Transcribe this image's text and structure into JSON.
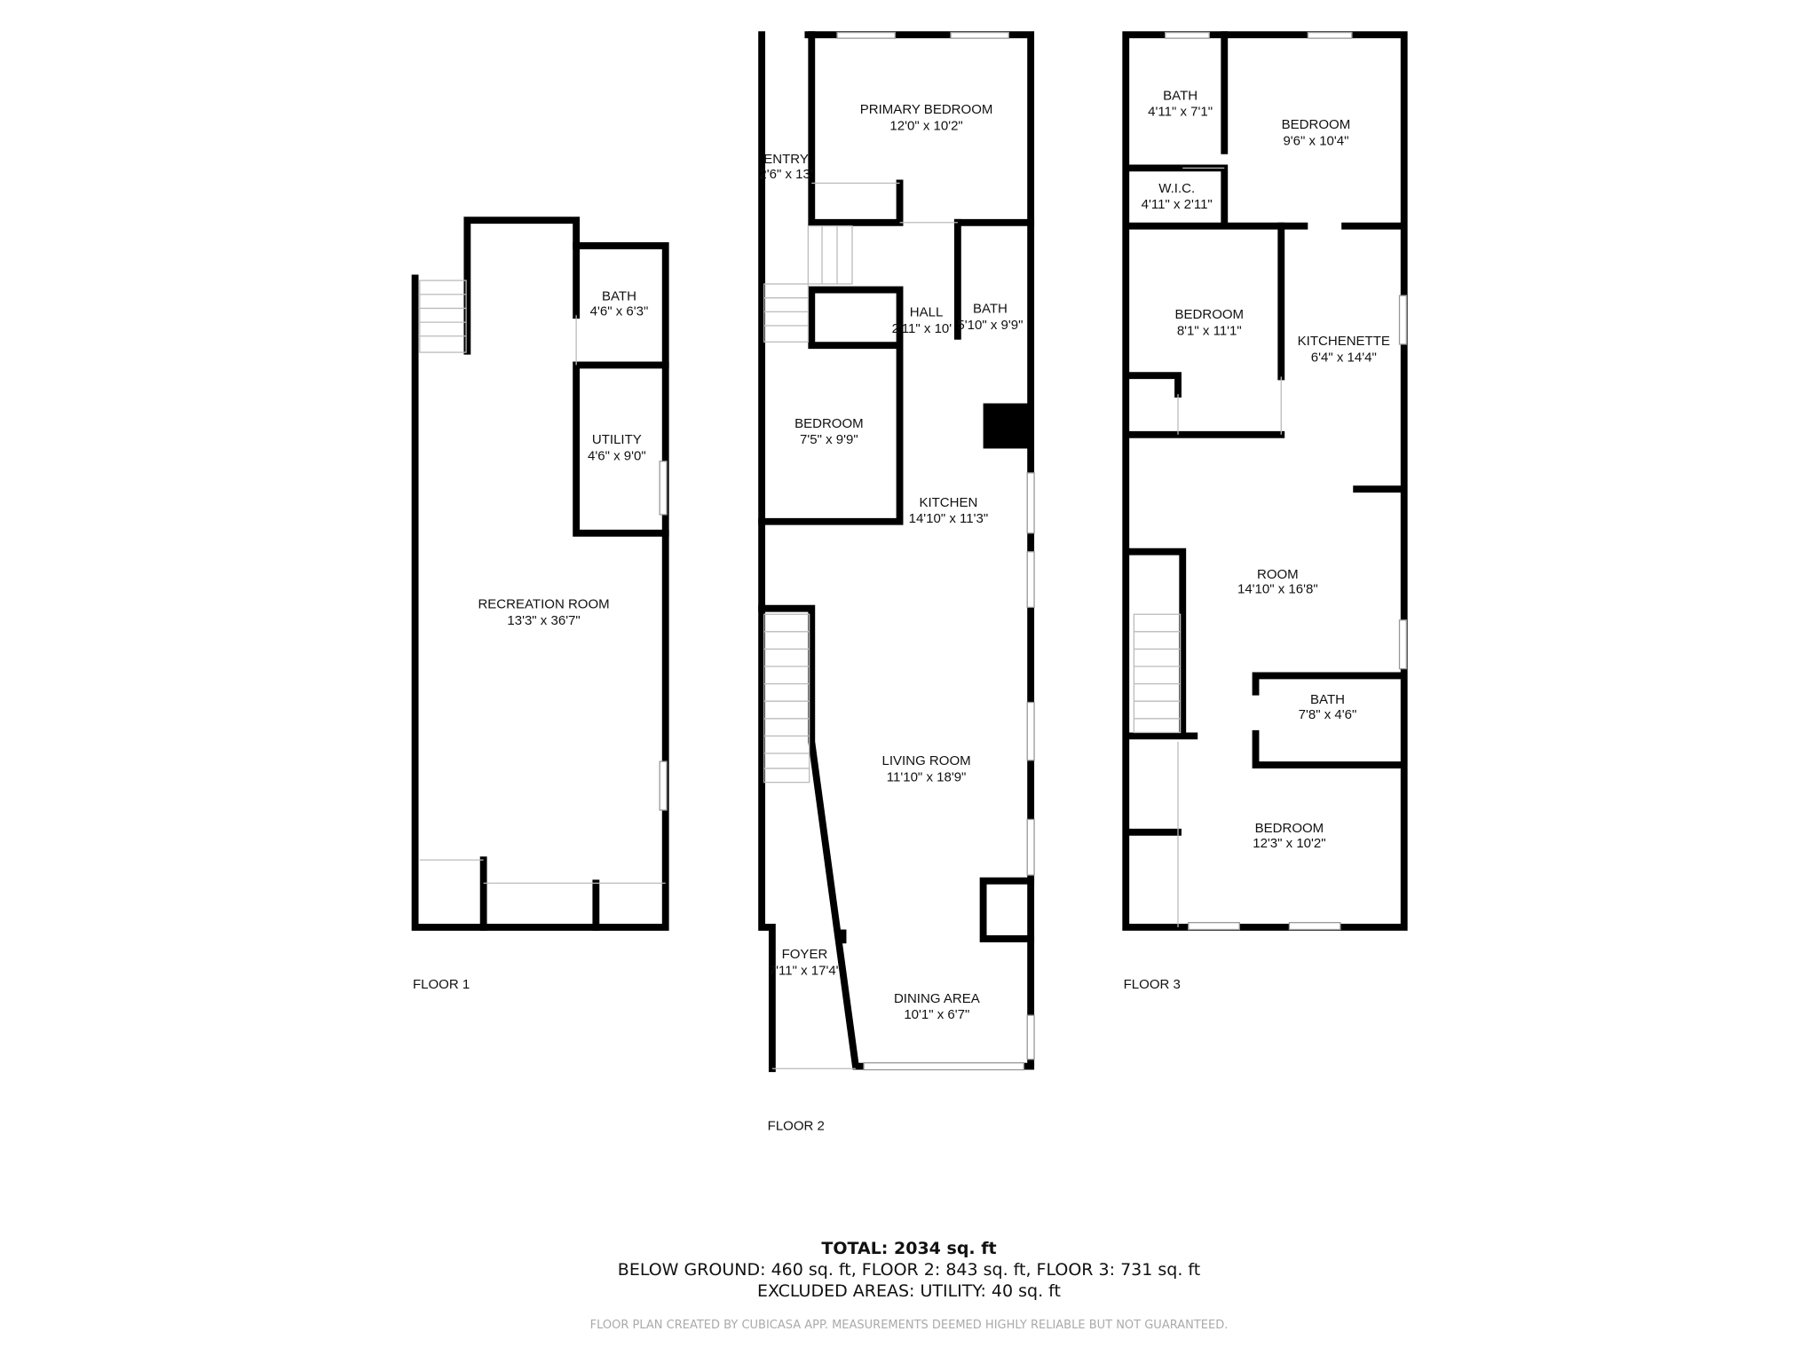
{
  "floors": [
    {
      "label": "FLOOR 1",
      "rooms": [
        {
          "name": "BATH",
          "dims": "4'6\" x 6'3\""
        },
        {
          "name": "UTILITY",
          "dims": "4'6\" x 9'0\""
        },
        {
          "name": "RECREATION ROOM",
          "dims": "13'3\" x 36'7\""
        }
      ]
    },
    {
      "label": "FLOOR 2",
      "rooms": [
        {
          "name": "PRIMARY BEDROOM",
          "dims": "12'0\" x 10'2\""
        },
        {
          "name": "ENTRY",
          "dims": "2'6\" x 13'"
        },
        {
          "name": "HALL",
          "dims": "2'11\" x 10'"
        },
        {
          "name": "BATH",
          "dims": "5'10\" x 9'9\""
        },
        {
          "name": "BEDROOM",
          "dims": "7'5\" x 9'9\""
        },
        {
          "name": "KITCHEN",
          "dims": "14'10\" x 11'3\""
        },
        {
          "name": "LIVING ROOM",
          "dims": "11'10\" x 18'9\""
        },
        {
          "name": "FOYER",
          "dims": "7'11\" x 17'4\""
        },
        {
          "name": "DINING AREA",
          "dims": "10'1\" x 6'7\""
        }
      ]
    },
    {
      "label": "FLOOR 3",
      "rooms": [
        {
          "name": "BATH",
          "dims": "4'11\" x 7'1\""
        },
        {
          "name": "BEDROOM",
          "dims": "9'6\" x 10'4\""
        },
        {
          "name": "W.I.C.",
          "dims": "4'11\" x 2'11\""
        },
        {
          "name": "BEDROOM",
          "dims": "8'1\" x 11'1\""
        },
        {
          "name": "KITCHENETTE",
          "dims": "6'4\" x 14'4\""
        },
        {
          "name": "ROOM",
          "dims": "14'10\" x 16'8\""
        },
        {
          "name": "BATH",
          "dims": "7'8\" x 4'6\""
        },
        {
          "name": "BEDROOM",
          "dims": "12'3\" x 10'2\""
        }
      ]
    }
  ],
  "summary": {
    "total": "TOTAL: 2034 sq. ft",
    "breakdown": "BELOW GROUND: 460 sq. ft, FLOOR 2: 843 sq. ft, FLOOR 3: 731 sq. ft",
    "excluded": "EXCLUDED AREAS: UTILITY: 40 sq. ft",
    "disclaimer": "FLOOR PLAN CREATED BY CUBICASA APP. MEASUREMENTS DEEMED HIGHLY RELIABLE BUT NOT GUARANTEED."
  }
}
